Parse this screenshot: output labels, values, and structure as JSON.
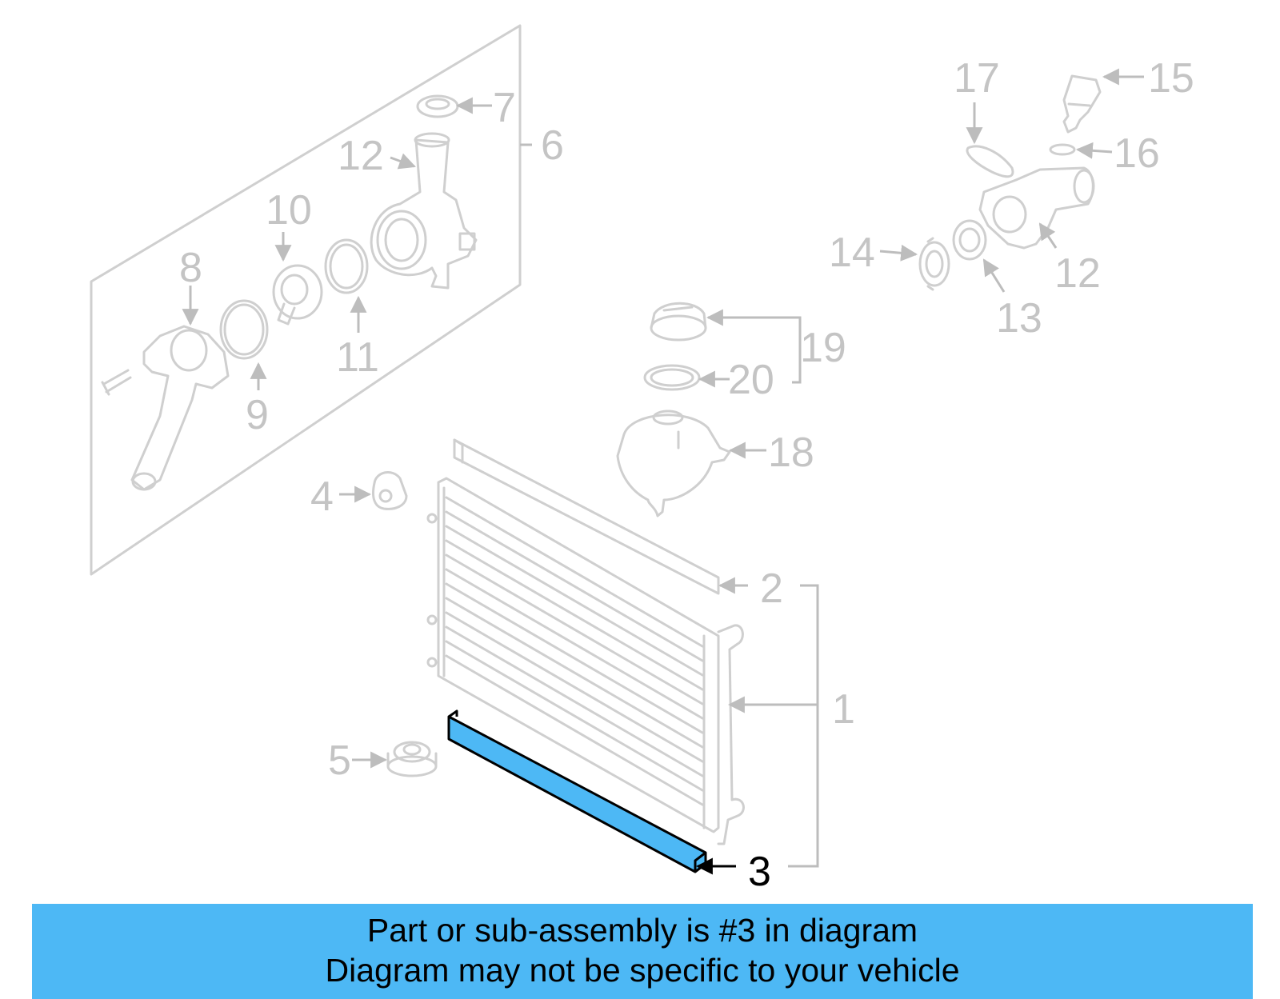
{
  "callouts": [
    {
      "id": "1",
      "text": "1"
    },
    {
      "id": "2",
      "text": "2"
    },
    {
      "id": "3",
      "text": "3",
      "highlighted": true
    },
    {
      "id": "4",
      "text": "4"
    },
    {
      "id": "5",
      "text": "5"
    },
    {
      "id": "6",
      "text": "6"
    },
    {
      "id": "7",
      "text": "7"
    },
    {
      "id": "8",
      "text": "8"
    },
    {
      "id": "9",
      "text": "9"
    },
    {
      "id": "10",
      "text": "10"
    },
    {
      "id": "11",
      "text": "11"
    },
    {
      "id": "12a",
      "text": "12"
    },
    {
      "id": "12b",
      "text": "12"
    },
    {
      "id": "13",
      "text": "13"
    },
    {
      "id": "14",
      "text": "14"
    },
    {
      "id": "15",
      "text": "15"
    },
    {
      "id": "16",
      "text": "16"
    },
    {
      "id": "17",
      "text": "17"
    },
    {
      "id": "18",
      "text": "18"
    },
    {
      "id": "19",
      "text": "19"
    },
    {
      "id": "20",
      "text": "20"
    }
  ],
  "highlight_color": "#4db8f5",
  "label_color": "#c4c4c4",
  "banner": {
    "line1": "Part or sub-assembly is #3 in diagram",
    "line2": "Diagram may not be specific to your vehicle"
  }
}
